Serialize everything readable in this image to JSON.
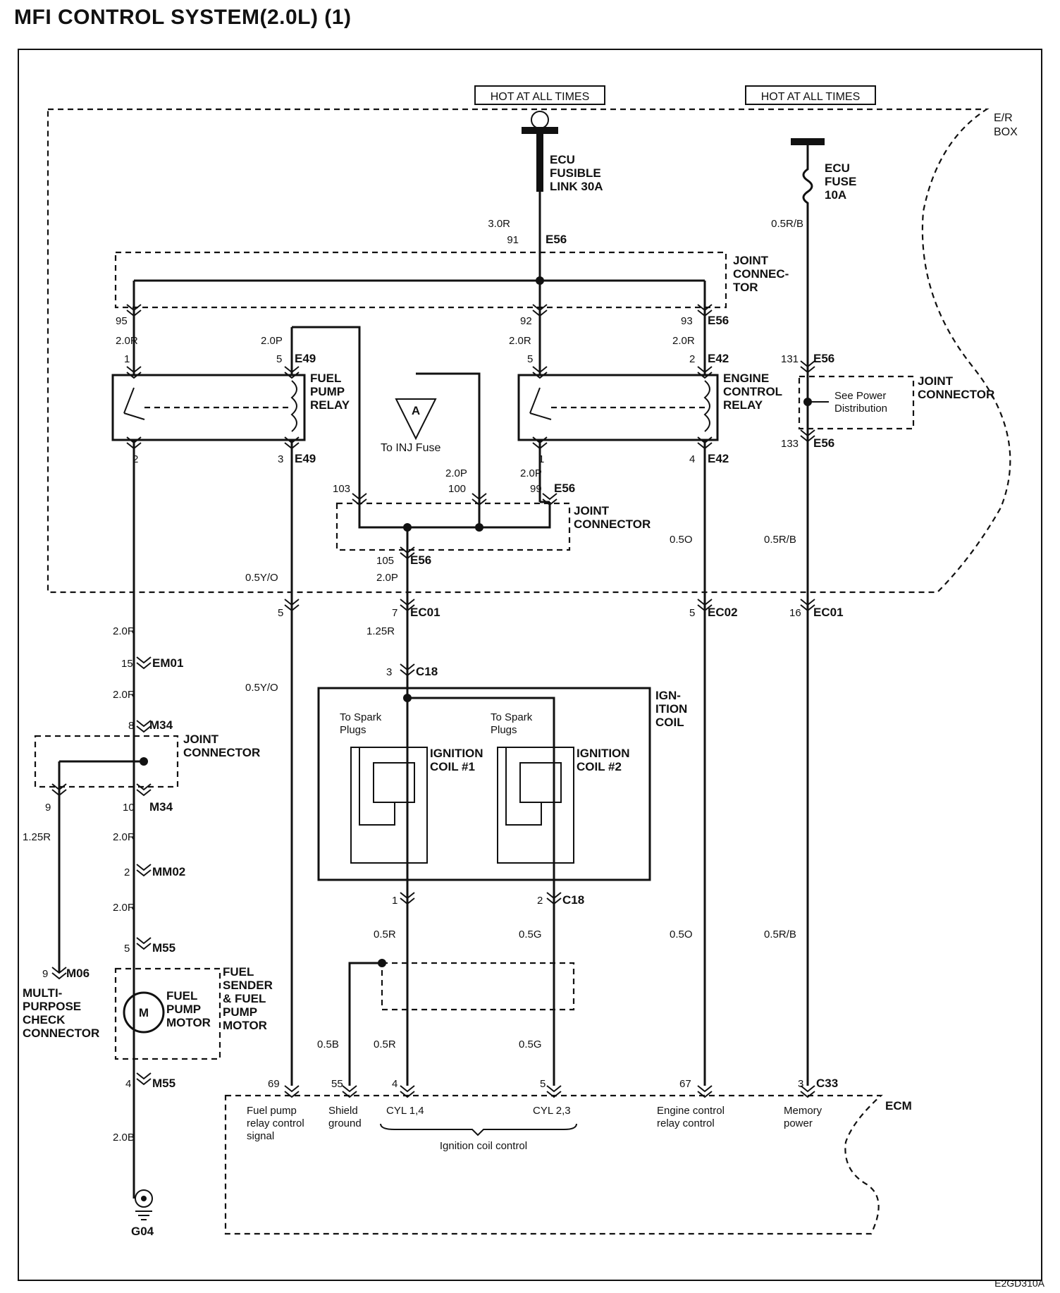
{
  "title": "MFI CONTROL SYSTEM(2.0L) (1)",
  "diagram_code": "E2GD310A",
  "power": {
    "hot_label_1": "HOT AT ALL TIMES",
    "hot_label_2": "HOT AT ALL TIMES"
  },
  "er_box": {
    "l1": "E/R",
    "l2": "BOX"
  },
  "fuses": {
    "link": [
      "ECU",
      "FUSIBLE",
      "LINK 30A"
    ],
    "fuse": [
      "ECU",
      "FUSE",
      "10A"
    ]
  },
  "joint_connectors": {
    "top": [
      "JOINT",
      "CONNEC-",
      "TOR"
    ],
    "mid": [
      "JOINT",
      "CONNECTOR"
    ],
    "right": [
      "JOINT",
      "CONNECTOR"
    ],
    "left": [
      "JOINT",
      "CONNECTOR"
    ]
  },
  "relays": {
    "fuel_pump": [
      "FUEL",
      "PUMP",
      "RELAY"
    ],
    "engine_control": [
      "ENGINE",
      "CONTROL",
      "RELAY"
    ]
  },
  "see_power": [
    "See Power",
    "Distribution"
  ],
  "inj": {
    "letter": "A",
    "label": "To INJ Fuse"
  },
  "ignition": {
    "box_label": [
      "IGN-",
      "ITION",
      "COIL"
    ],
    "coil1": [
      "IGNITION",
      "COIL #1"
    ],
    "coil2": [
      "IGNITION",
      "COIL #2"
    ],
    "spark1": [
      "To Spark",
      "Plugs"
    ],
    "spark2": [
      "To Spark",
      "Plugs"
    ]
  },
  "fuel_sender": {
    "motor_letter": "M",
    "motor_label": [
      "FUEL",
      "PUMP",
      "MOTOR"
    ],
    "sender_label": [
      "FUEL",
      "SENDER",
      "& FUEL",
      "PUMP",
      "MOTOR"
    ]
  },
  "check_connector": [
    "MULTI-",
    "PURPOSE",
    "CHECK",
    "CONNECTOR"
  ],
  "ground": "G04",
  "ecm": {
    "label": "ECM",
    "pins": [
      {
        "label": [
          "Fuel pump",
          "relay control",
          "signal"
        ]
      },
      {
        "label": [
          "Shield",
          "ground"
        ]
      },
      {
        "label": [
          "CYL 1,4"
        ]
      },
      {
        "label": [
          "CYL 2,3"
        ]
      },
      {
        "label": [
          "Engine control",
          "relay control"
        ]
      },
      {
        "label": [
          "Memory",
          "power"
        ]
      }
    ],
    "ignition_group": "Ignition coil control"
  },
  "wire_labels": [
    {
      "id": "w1",
      "text": "3.0R"
    },
    {
      "id": "w2",
      "text": "91"
    },
    {
      "id": "w3",
      "text": "E56"
    },
    {
      "id": "w4",
      "text": "0.5R/B"
    },
    {
      "id": "w5",
      "text": "95"
    },
    {
      "id": "w6",
      "text": "2.0R"
    },
    {
      "id": "w7",
      "text": "1"
    },
    {
      "id": "w8",
      "text": "2.0P"
    },
    {
      "id": "w9",
      "text": "5"
    },
    {
      "id": "w10",
      "text": "E49"
    },
    {
      "id": "w11",
      "text": "92"
    },
    {
      "id": "w12",
      "text": "2.0R"
    },
    {
      "id": "w13",
      "text": "5"
    },
    {
      "id": "w14",
      "text": "93"
    },
    {
      "id": "w15",
      "text": "E56"
    },
    {
      "id": "w16",
      "text": "2.0R"
    },
    {
      "id": "w17",
      "text": "2"
    },
    {
      "id": "w18",
      "text": "E42"
    },
    {
      "id": "w19",
      "text": "131"
    },
    {
      "id": "w20",
      "text": "E56"
    },
    {
      "id": "w21",
      "text": "2"
    },
    {
      "id": "w22",
      "text": "3"
    },
    {
      "id": "w23",
      "text": "E49"
    },
    {
      "id": "w24",
      "text": "1"
    },
    {
      "id": "w25",
      "text": "4"
    },
    {
      "id": "w26",
      "text": "E42"
    },
    {
      "id": "w27",
      "text": "133"
    },
    {
      "id": "w28",
      "text": "E56"
    },
    {
      "id": "w29",
      "text": "2.0P"
    },
    {
      "id": "w30",
      "text": "100"
    },
    {
      "id": "w31",
      "text": "2.0P"
    },
    {
      "id": "w32",
      "text": "99"
    },
    {
      "id": "w33",
      "text": "E56"
    },
    {
      "id": "w34",
      "text": "103"
    },
    {
      "id": "w35",
      "text": "105"
    },
    {
      "id": "w36",
      "text": "E56"
    },
    {
      "id": "w37",
      "text": "2.0P"
    },
    {
      "id": "w38",
      "text": "0.5O"
    },
    {
      "id": "w39",
      "text": "0.5R/B"
    },
    {
      "id": "w40",
      "text": "0.5Y/O"
    },
    {
      "id": "w41",
      "text": "5"
    },
    {
      "id": "w42",
      "text": "7"
    },
    {
      "id": "w43",
      "text": "EC01"
    },
    {
      "id": "w44",
      "text": "5"
    },
    {
      "id": "w45",
      "text": "EC02"
    },
    {
      "id": "w46",
      "text": "16"
    },
    {
      "id": "w47",
      "text": "EC01"
    },
    {
      "id": "w48",
      "text": "2.0R"
    },
    {
      "id": "w49",
      "text": "1.25R"
    },
    {
      "id": "w50",
      "text": "15"
    },
    {
      "id": "w51",
      "text": "EM01"
    },
    {
      "id": "w52",
      "text": "3"
    },
    {
      "id": "w53",
      "text": "C18"
    },
    {
      "id": "w54",
      "text": "2.0R"
    },
    {
      "id": "w55",
      "text": "0.5Y/O"
    },
    {
      "id": "w56",
      "text": "8"
    },
    {
      "id": "w57",
      "text": "M34"
    },
    {
      "id": "w58",
      "text": "9"
    },
    {
      "id": "w59",
      "text": "10"
    },
    {
      "id": "w60",
      "text": "M34"
    },
    {
      "id": "w61",
      "text": "1.25R"
    },
    {
      "id": "w62",
      "text": "2.0R"
    },
    {
      "id": "w63",
      "text": "2"
    },
    {
      "id": "w64",
      "text": "MM02"
    },
    {
      "id": "w65",
      "text": "1"
    },
    {
      "id": "w66",
      "text": "2"
    },
    {
      "id": "w67",
      "text": "C18"
    },
    {
      "id": "w68",
      "text": "2.0R"
    },
    {
      "id": "w69",
      "text": "0.5R"
    },
    {
      "id": "w70",
      "text": "0.5G"
    },
    {
      "id": "w71",
      "text": "0.5O"
    },
    {
      "id": "w72",
      "text": "0.5R/B"
    },
    {
      "id": "w73",
      "text": "5"
    },
    {
      "id": "w74",
      "text": "M55"
    },
    {
      "id": "w75",
      "text": "9"
    },
    {
      "id": "w76",
      "text": "M06"
    },
    {
      "id": "w77",
      "text": "0.5B"
    },
    {
      "id": "w78",
      "text": "0.5R"
    },
    {
      "id": "w79",
      "text": "0.5G"
    },
    {
      "id": "w80",
      "text": "4"
    },
    {
      "id": "w81",
      "text": "M55"
    },
    {
      "id": "w82",
      "text": "69"
    },
    {
      "id": "w83",
      "text": "55"
    },
    {
      "id": "w84",
      "text": "4"
    },
    {
      "id": "w85",
      "text": "5"
    },
    {
      "id": "w86",
      "text": "67"
    },
    {
      "id": "w87",
      "text": "3"
    },
    {
      "id": "w88",
      "text": "C33"
    },
    {
      "id": "w89",
      "text": "2.0B"
    }
  ]
}
